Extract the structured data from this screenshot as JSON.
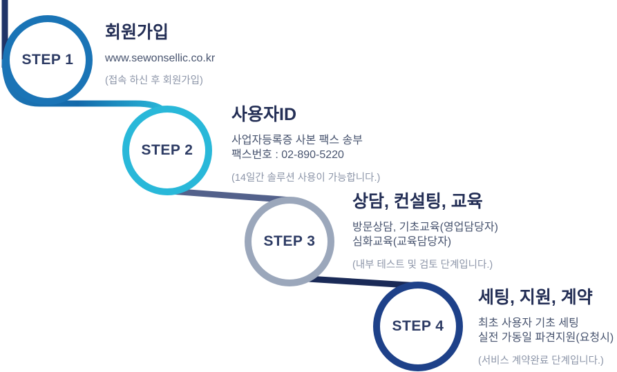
{
  "figure": {
    "background": "#ffffff",
    "type": "4-step process flow diagram"
  },
  "steps": [
    {
      "label": "STEP 1",
      "title": "회원가입",
      "lines": [
        "www.sewonsellic.co.kr"
      ],
      "note": "(접속 하신 후 회원가입)",
      "circle_color": "#1a74b6"
    },
    {
      "label": "STEP 2",
      "title": "사용자ID",
      "lines": [
        "사업자등록증 사본 팩스 송부",
        "팩스번호 : 02-890-5220"
      ],
      "note": "(14일간 솔루션 사용이 가능합니다.)",
      "circle_color": "#29b8d9"
    },
    {
      "label": "STEP 3",
      "title": "상담, 컨설팅, 교육",
      "lines": [
        "방문상담, 기초교육(영업담당자)",
        "심화교육(교육담당자)"
      ],
      "note": "(내부 테스트 및 검토 단계입니다.)",
      "circle_color": "#9ba7bb"
    },
    {
      "label": "STEP 4",
      "title": "세팅, 지원, 계약",
      "lines": [
        "최초 사용자 기초 세팅",
        "실전 가동일 파견지원(요청시)"
      ],
      "note": "(서비스 계약완료 단계입니다.)",
      "circle_color": "#1e4189"
    }
  ],
  "connectors": {
    "entry_color": "#1f3468",
    "step1_to_2_start": "#1d74b4",
    "step1_to_2_mid": "#1369aa",
    "step1_to_2_end": "#29bada",
    "step2_to_3_color": "#53618b",
    "step3_to_4_color": "#1a2a57"
  },
  "text_colors": {
    "step_label": "#2d3b64",
    "title": "#232e55",
    "body": "#47536e",
    "note": "#8c95a8"
  }
}
